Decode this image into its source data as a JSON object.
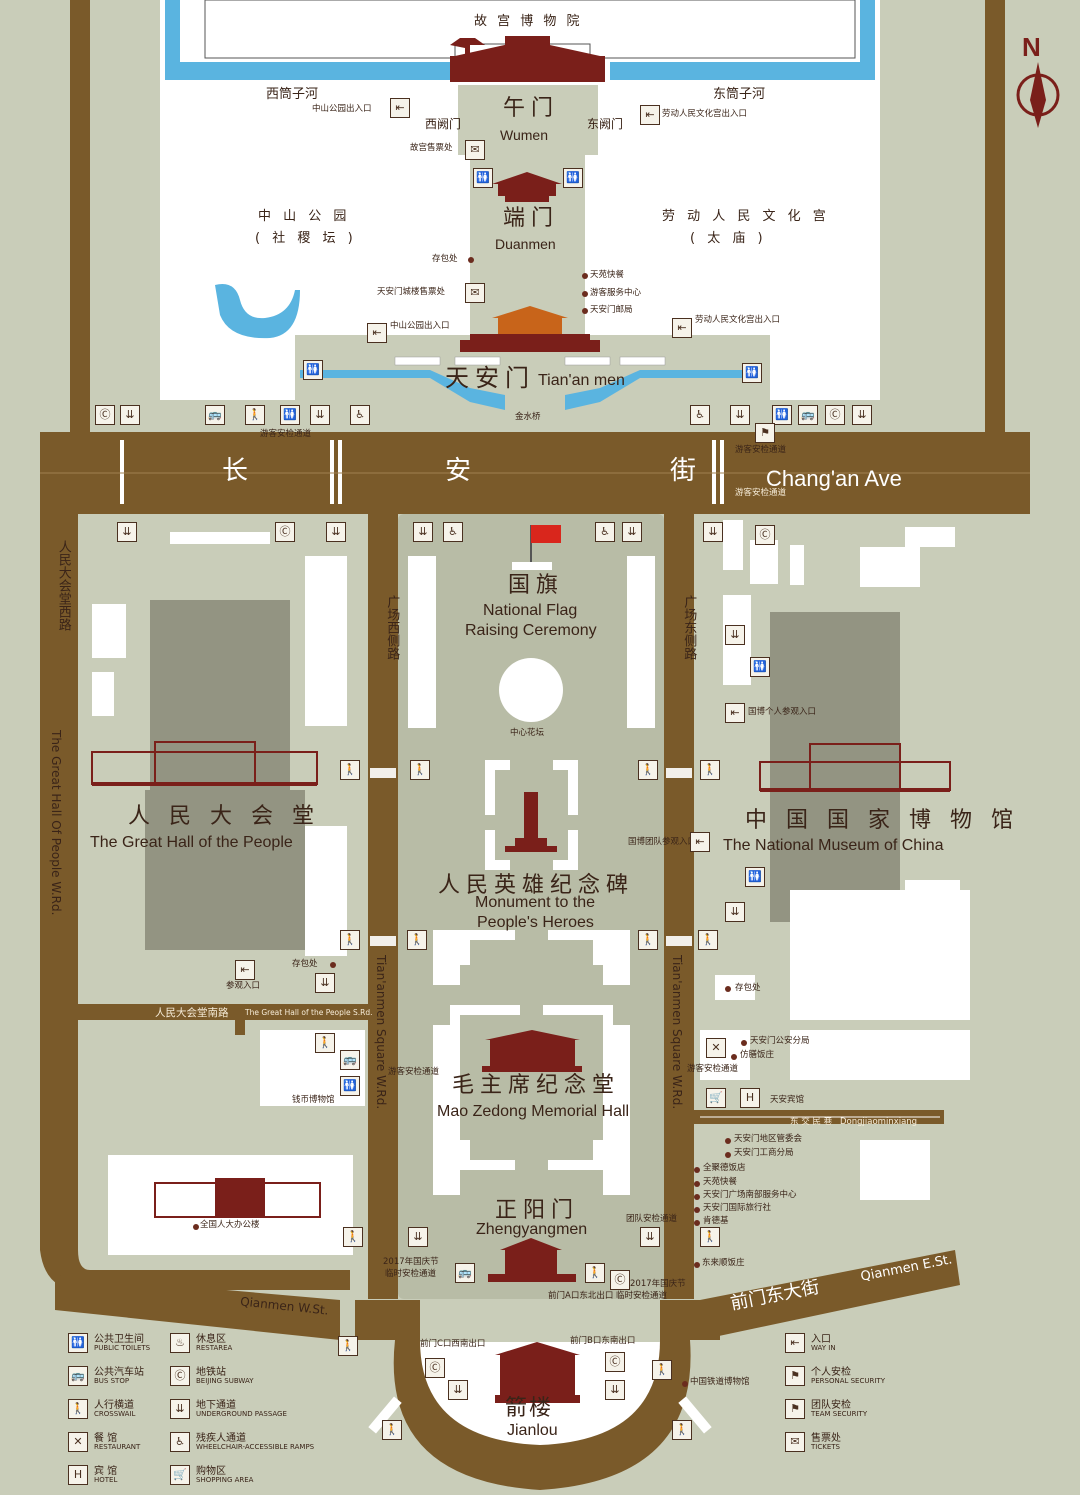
{
  "map": {
    "north_label": "N",
    "palace": {
      "cn": "故 宫 博 物 院"
    },
    "xitongzi": "西筒子河",
    "dongtongzi": "东筒子河",
    "wumen": {
      "cn": "午门",
      "en": "Wumen",
      "west_tower": "西阙门",
      "east_tower": "东阙门"
    },
    "duanmen": {
      "cn": "端门",
      "en": "Duanmen"
    },
    "tiananmen": {
      "cn": "天安门",
      "en": "Tian'an men",
      "bridge": "金水桥"
    },
    "zhongshan": {
      "cn": "中 山 公 园",
      "sub": "( 社 稷 坛 )"
    },
    "laodong": {
      "cn": "劳 动 人 民 文 化 宫",
      "sub": "( 太 庙 )"
    },
    "points": {
      "zs_exit_top": "中山公园出入口",
      "ld_exit_top": "劳动人民文化宫出入口",
      "palace_ticket": "故宫售票处",
      "baggage_1": "存包处",
      "tam_ticket": "天安门城楼售票处",
      "zs_exit_bottom": "中山公园出入口",
      "ld_exit_bottom": "劳动人民文化宫出入口",
      "tianyuan": "天苑快餐",
      "visitor_center": "游客服务中心",
      "post_office": "天安门邮局",
      "security_w": "游客安检通道",
      "security_e1": "游客安检通道",
      "security_e2": "游客安检通道"
    },
    "changan": {
      "c1": "长",
      "c2": "安",
      "c3": "街",
      "en": "Chang'an Ave"
    },
    "flag": {
      "cn": "国旗",
      "en1": "National Flag",
      "en2": "Raising Ceremony"
    },
    "center_garden": "中心花坛",
    "monument": {
      "cn": "人民英雄纪念碑",
      "en1": "Monument to the",
      "en2": "People's Heroes"
    },
    "mausoleum": {
      "cn": "毛主席纪念堂",
      "en": "Mao Zedong Memorial Hall"
    },
    "zhengyang": {
      "cn": "正阳门",
      "en": "Zhengyangmen"
    },
    "jianlou": {
      "cn": "箭楼",
      "en": "Jianlou"
    },
    "great_hall": {
      "cn": "人 民 大 会 堂",
      "en": "The Great Hall of the People",
      "entrance": "参观入口",
      "baggage": "存包处"
    },
    "museum": {
      "cn": "中 国 国 家 博 物 馆",
      "en": "The National Museum of China",
      "personal_entry": "国博个人参观入口",
      "group_entry": "国博团队参观入口",
      "baggage": "存包处"
    },
    "west_road": {
      "cn": "人民大会堂西路",
      "en": "The Great Hall Of People W.Rd."
    },
    "square_west": {
      "cn": "广场西侧路",
      "en": "Tian'anmen Square W.Rd."
    },
    "square_east": {
      "cn": "广场东侧路",
      "en": "Tian'anmen Square W.Rd."
    },
    "south_road": {
      "cn": "人民大会堂南路",
      "en": "The Great Hall of the People S.Rd."
    },
    "money_museum": "钱币博物馆",
    "npc_office": "全国人大办公楼",
    "sw_security": "游客安检通道",
    "east_block": {
      "police": "天安门公安分局",
      "fangshan": "仿膳饭庄",
      "security": "游客安检通道",
      "hotel": "天安宾馆",
      "dongjiao": "Dongjiaominxiang",
      "dongjiao_cn": "东 交 民 巷",
      "admin": "天安门地区管委会",
      "commerce": "天安门工商分局",
      "quanjude": "全聚德饭店",
      "tianyuan2": "天苑快餐",
      "service_south": "天安门广场南部服务中心",
      "travel": "天安门国际旅行社",
      "kfc": "肯德基",
      "donglaishun": "东来顺饭庄",
      "team_security": "团队安检通道"
    },
    "temp_w": {
      "l1": "2017年国庆节",
      "l2": "临时安检通道"
    },
    "temp_e": {
      "l1": "2017年国庆节",
      "l2": "前门A口东北出口 临时安检通道"
    },
    "qianmen_w": "Qianmen W.St.",
    "qianmen_e_cn": "前门东大街",
    "qianmen_e_en": "Qianmen E.St.",
    "qm_c": "前门C口西南出口",
    "qm_b": "前门B口东南出口",
    "railway_museum": "中国铁道博物馆"
  },
  "legend": [
    {
      "icon": "restroom-icon",
      "glyph": "🚻",
      "cn": "公共卫生间",
      "en": "PUBLIC TOILETS"
    },
    {
      "icon": "bus-icon",
      "glyph": "🚌",
      "cn": "公共汽车站",
      "en": "BUS STOP"
    },
    {
      "icon": "crosswalk-icon",
      "glyph": "🚶",
      "cn": "人行横道",
      "en": "CROSSWAIL"
    },
    {
      "icon": "restaurant-icon",
      "glyph": "✕",
      "cn": "餐    馆",
      "en": "RESTAURANT"
    },
    {
      "icon": "hotel-icon",
      "glyph": "H",
      "cn": "宾    馆",
      "en": "HOTEL"
    },
    {
      "icon": "rest-area-icon",
      "glyph": "♨",
      "cn": "休息区",
      "en": "RESTAREA"
    },
    {
      "icon": "subway-icon",
      "glyph": "Ⓒ",
      "cn": "地铁站",
      "en": "BEIJING SUBWAY"
    },
    {
      "icon": "underground-icon",
      "glyph": "⇊",
      "cn": "地下通道",
      "en": "UNDERGROUND PASSAGE"
    },
    {
      "icon": "wheelchair-icon",
      "glyph": "♿",
      "cn": "残疾人通道",
      "en": "WHEELCHAIR-ACCESSIBLE RAMPS"
    },
    {
      "icon": "shopping-icon",
      "glyph": "🛒",
      "cn": "购物区",
      "en": "SHOPPING AREA"
    },
    {
      "icon": "entrance-icon",
      "glyph": "⇤",
      "cn": "入口",
      "en": "WAY IN"
    },
    {
      "icon": "personal-security-icon",
      "glyph": "⚑",
      "cn": "个人安检",
      "en": "PERSONAL SECURITY"
    },
    {
      "icon": "team-security-icon",
      "glyph": "⚑",
      "cn": "团队安检",
      "en": "TEAM SECURITY"
    },
    {
      "icon": "ticket-icon",
      "glyph": "✉",
      "cn": "售票处",
      "en": "TICKETS"
    }
  ],
  "colors": {
    "road": "#7a5a2a",
    "ground": "#c9cdb9",
    "plaza": "#b8bca6",
    "building": "#ffffff",
    "water": "#5ab4e0",
    "landmark": "#7a1f1a",
    "shadow": "#8a8a78"
  }
}
